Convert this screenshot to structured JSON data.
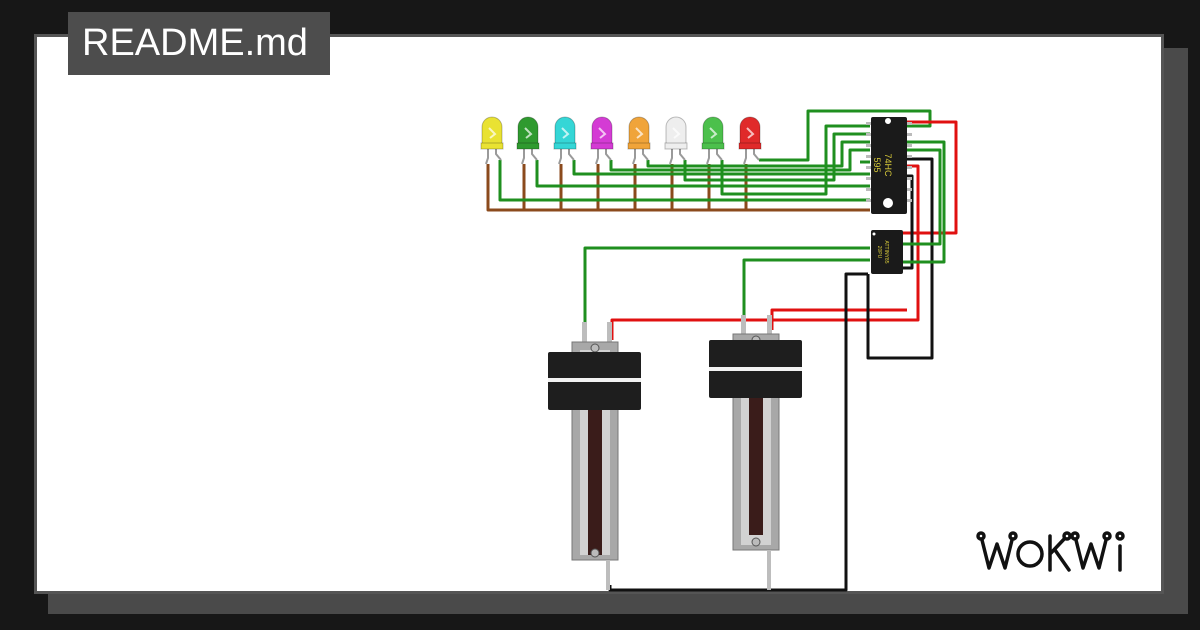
{
  "file": {
    "name": "README.md"
  },
  "brand": {
    "name": "WOKWI"
  },
  "components": {
    "shift_register": {
      "line1": "74HC",
      "line2": "595"
    },
    "mcu": {
      "line1": "ATTINY85",
      "line2": "20PU"
    }
  },
  "leds": [
    {
      "color": "#e9e232",
      "name": "yellow"
    },
    {
      "color": "#2f9a2f",
      "name": "green-dark"
    },
    {
      "color": "#35d6d6",
      "name": "cyan"
    },
    {
      "color": "#d43bd4",
      "name": "magenta"
    },
    {
      "color": "#f0a43a",
      "name": "orange"
    },
    {
      "color": "#eeeeee",
      "name": "white"
    },
    {
      "color": "#4cc04c",
      "name": "green"
    },
    {
      "color": "#e02a2a",
      "name": "red"
    }
  ],
  "wires": {
    "green": "#1f8f1f",
    "red": "#e01010",
    "brown": "#8b4a1c",
    "black": "#111111"
  },
  "potentiometers": [
    {
      "name": "slide-pot-left"
    },
    {
      "name": "slide-pot-right"
    }
  ]
}
